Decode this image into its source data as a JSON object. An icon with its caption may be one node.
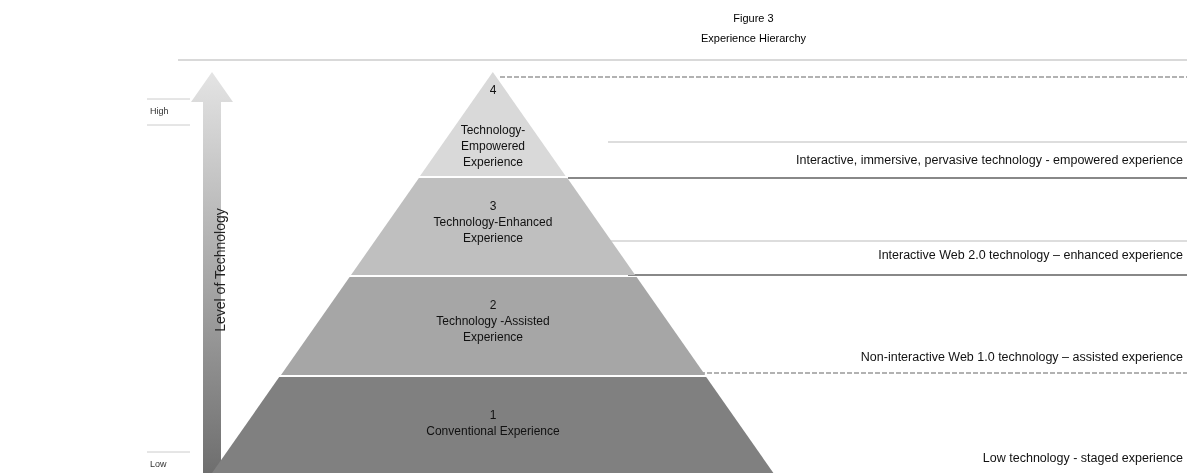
{
  "diagram": {
    "title": "Experience Hierarchy",
    "nodes": [
      {
        "text": [
          "4",
          "Technology- Empowered Experience"
        ]
      },
      {
        "text": [
          "3",
          "Technology-Enhanced Experience"
        ]
      },
      {
        "text": [
          "2",
          "Technology -Assisted Experience"
        ]
      },
      {
        "text": [
          "1",
          "Conventional Experience"
        ]
      }
    ],
    "labels": [
      "Figure 3",
      "High",
      "Interactive, immersive, pervasive technology - empowered experience",
      "Level of Technology",
      "Interactive Web 2.0 technology – enhanced experience",
      "Non-interactive Web 1.0 technology – assisted experience",
      "Low technology - staged experience",
      "Low"
    ]
  }
}
